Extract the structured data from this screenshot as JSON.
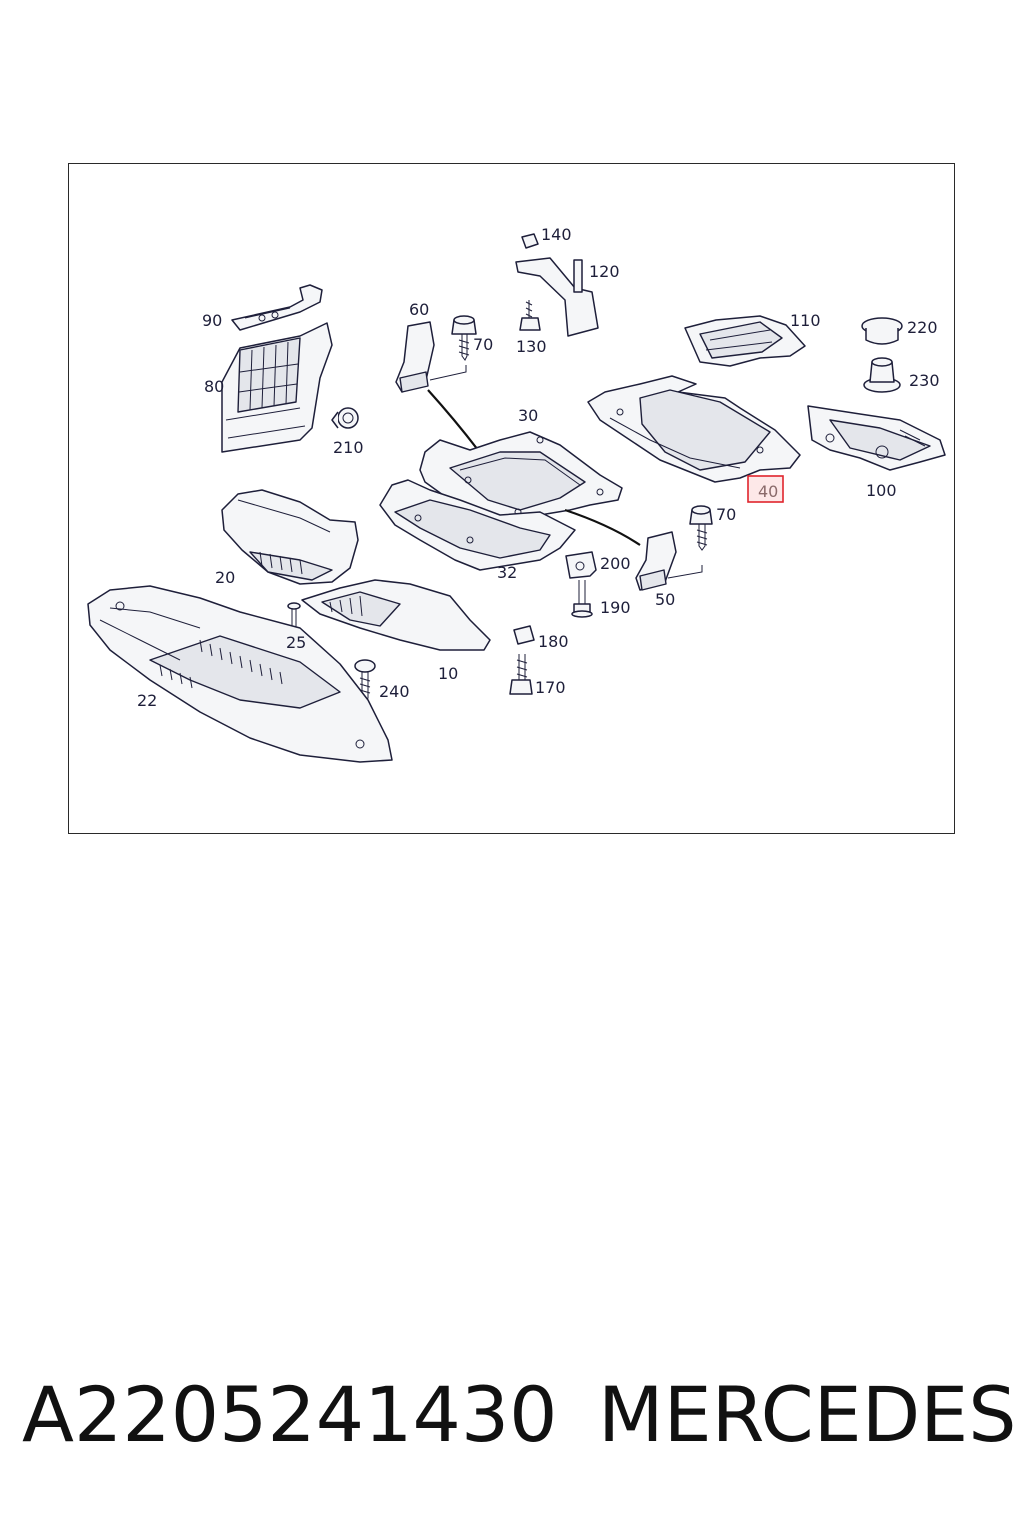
{
  "callouts": {
    "c140": "140",
    "c120": "120",
    "c90": "90",
    "c60": "60",
    "c70a": "70",
    "c130": "130",
    "c110": "110",
    "c220": "220",
    "c80": "80",
    "c230": "230",
    "c30": "30",
    "c210": "210",
    "c40": "40",
    "c100": "100",
    "c70b": "70",
    "c200": "200",
    "c20": "20",
    "c32": "32",
    "c50": "50",
    "c190": "190",
    "c25": "25",
    "c180": "180",
    "c10": "10",
    "c240": "240",
    "c170": "170",
    "c22": "22"
  },
  "highlighted_callout": "40",
  "highlight_color": "#e0242c",
  "footer": {
    "part_number": "A2205241430",
    "make": "MERCEDES"
  }
}
